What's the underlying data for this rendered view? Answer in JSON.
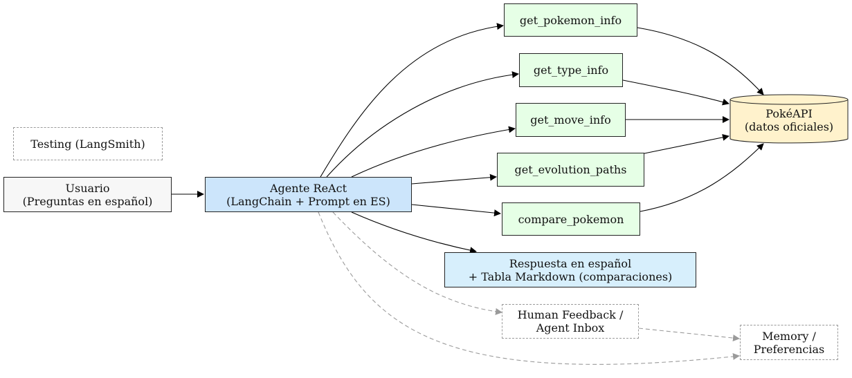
{
  "colors": {
    "user_fill": "#f7f7f7",
    "agent_fill": "#cce5fb",
    "tool_fill": "#e6ffe6",
    "api_fill": "#fff2cc",
    "response_fill": "#d7effc",
    "solid_edge": "#000000",
    "dashed_edge": "#9a9a9a"
  },
  "nodes": {
    "testing": {
      "lines": [
        "Testing (LangSmith)"
      ]
    },
    "user": {
      "lines": [
        "Usuario",
        "(Preguntas en español)"
      ]
    },
    "agent": {
      "lines": [
        "Agente ReAct",
        "(LangChain + Prompt en ES)"
      ]
    },
    "tools": [
      {
        "label": "get_pokemon_info"
      },
      {
        "label": "get_type_info"
      },
      {
        "label": "get_move_info"
      },
      {
        "label": "get_evolution_paths"
      },
      {
        "label": "compare_pokemon"
      }
    ],
    "api": {
      "lines": [
        "PokéAPI",
        "(datos oficiales)"
      ]
    },
    "response": {
      "lines": [
        "Respuesta en español",
        "+ Tabla Markdown (comparaciones)"
      ]
    },
    "feedback": {
      "lines": [
        "Human Feedback /",
        "Agent Inbox"
      ]
    },
    "memory": {
      "lines": [
        "Memory /",
        "Preferencias"
      ]
    }
  },
  "edges": [
    {
      "from": "user",
      "to": "agent",
      "style": "solid"
    },
    {
      "from": "agent",
      "to": "get_pokemon_info",
      "style": "solid"
    },
    {
      "from": "agent",
      "to": "get_type_info",
      "style": "solid"
    },
    {
      "from": "agent",
      "to": "get_move_info",
      "style": "solid"
    },
    {
      "from": "agent",
      "to": "get_evolution_paths",
      "style": "solid"
    },
    {
      "from": "agent",
      "to": "compare_pokemon",
      "style": "solid"
    },
    {
      "from": "agent",
      "to": "response",
      "style": "solid"
    },
    {
      "from": "get_pokemon_info",
      "to": "api",
      "style": "solid"
    },
    {
      "from": "get_type_info",
      "to": "api",
      "style": "solid"
    },
    {
      "from": "get_move_info",
      "to": "api",
      "style": "solid"
    },
    {
      "from": "get_evolution_paths",
      "to": "api",
      "style": "solid"
    },
    {
      "from": "compare_pokemon",
      "to": "api",
      "style": "solid"
    },
    {
      "from": "agent",
      "to": "feedback",
      "style": "dashed"
    },
    {
      "from": "agent",
      "to": "memory",
      "style": "dashed"
    },
    {
      "from": "feedback",
      "to": "memory",
      "style": "dashed"
    }
  ]
}
